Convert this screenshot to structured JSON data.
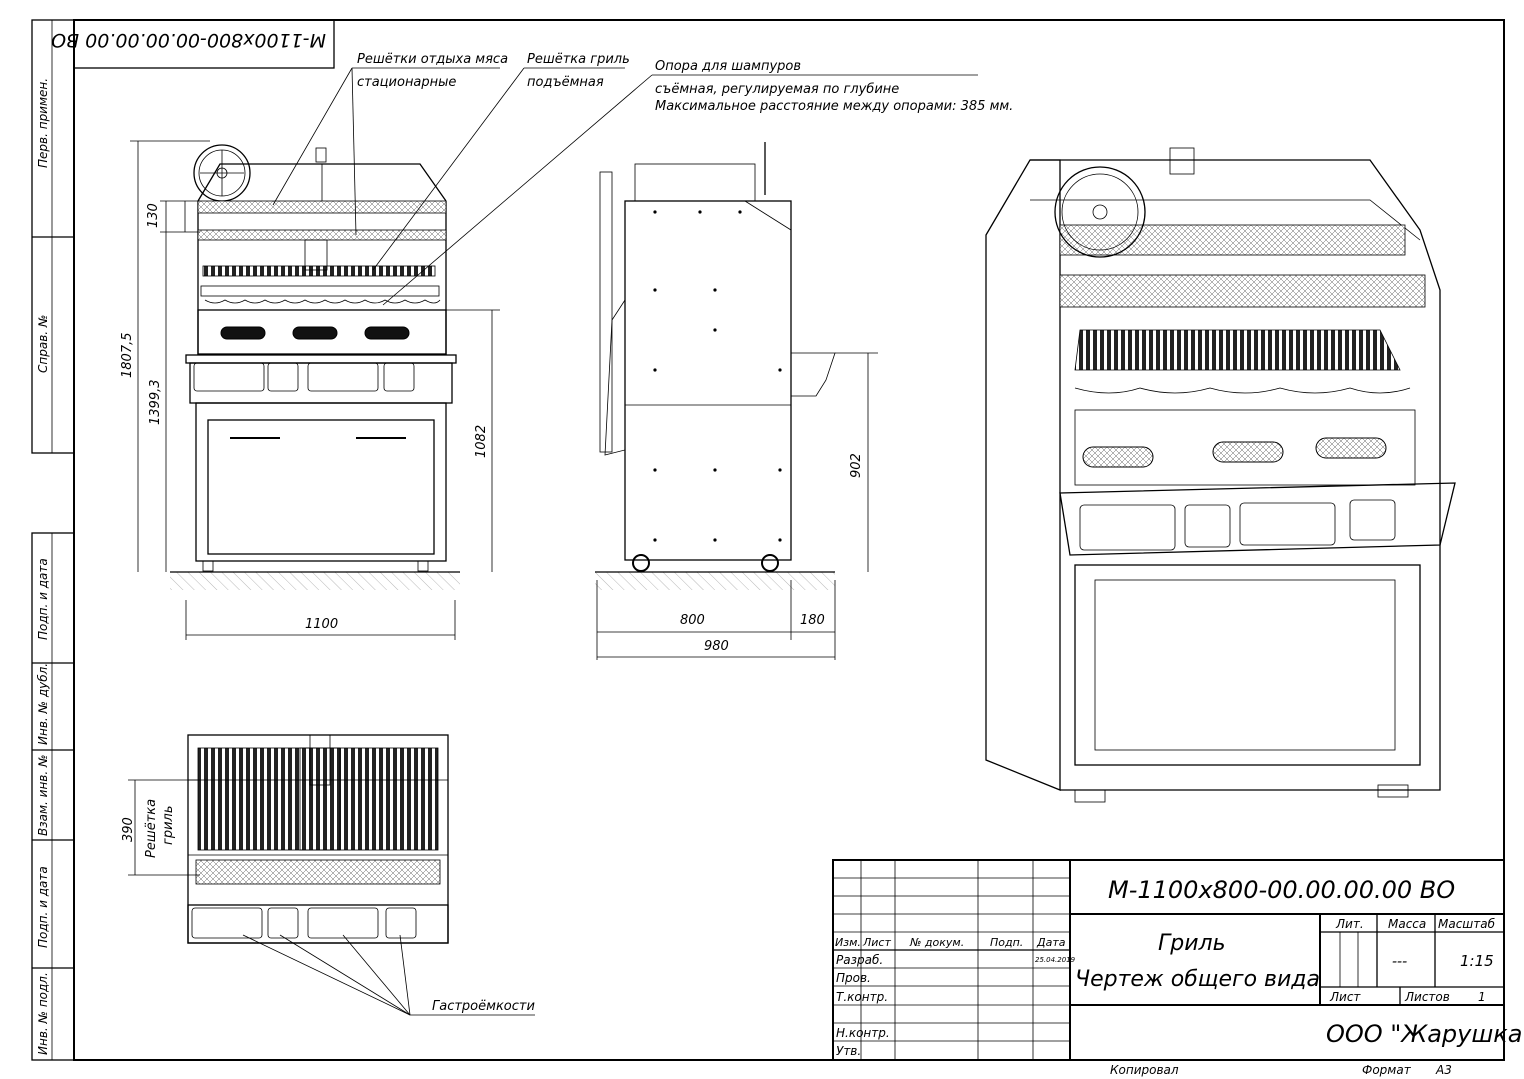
{
  "drawing": {
    "code": "М-1100х800-00.00.00.00 ВО",
    "code_stamp_rotated": "М-1100х800-00.00.00.00 ВО",
    "title_line1": "Гриль",
    "title_line2": "Чертеж общего вида",
    "company": "ООО \"Жарушка\"",
    "scale": "1:15",
    "mass": "---",
    "sheet_label": "Лист",
    "sheets_label": "Листов",
    "sheets_value": "1",
    "lit_label": "Лит.",
    "mass_label": "Масса",
    "scale_label": "Масштаб",
    "format_label": "Формат",
    "format_value": "А3",
    "copied_label": "Копировал"
  },
  "stamp_headers": {
    "izm": "Изм.",
    "list": "Лист",
    "doc": "№ докум.",
    "sign": "Подп.",
    "date": "Дата"
  },
  "stamp_rows": {
    "razrab": "Разраб.",
    "prov": "Пров.",
    "tkontr": "Т.контр.",
    "nkontr": "Н.контр.",
    "utv": "Утв.",
    "date_value": "25.04.2019"
  },
  "left_margin": {
    "perv_primen": "Перв. примен.",
    "sprav_no": "Справ. №",
    "podp_data_1": "Подп. и дата",
    "inv_dubl": "Инв. № дубл.",
    "vzam_inv": "Взам. инв. №",
    "podp_data_2": "Подп. и дата",
    "inv_podl": "Инв. № подл."
  },
  "callouts": {
    "rest_grates_1": "Решётки отдыха мяса",
    "rest_grates_2": "стационарные",
    "grill_grate_1": "Решётка гриль",
    "grill_grate_2": "подъёмная",
    "skewer_1": "Опора для шампуров",
    "skewer_2": "съёмная, регулируемая по глубине",
    "skewer_3": "Максимальное расстояние между опорами: 385 мм.",
    "gastro": "Гастроёмкости",
    "grill_grate_top_1": "Решётка",
    "grill_grate_top_2": "гриль"
  },
  "dimensions": {
    "width_front": "1100",
    "height_total": "1807,5",
    "height_mid": "1399,3",
    "gap_top": "130",
    "height_right": "1082",
    "depth": "800",
    "depth_extra": "180",
    "depth_total": "980",
    "side_height": "902",
    "top_view_depth": "390"
  }
}
